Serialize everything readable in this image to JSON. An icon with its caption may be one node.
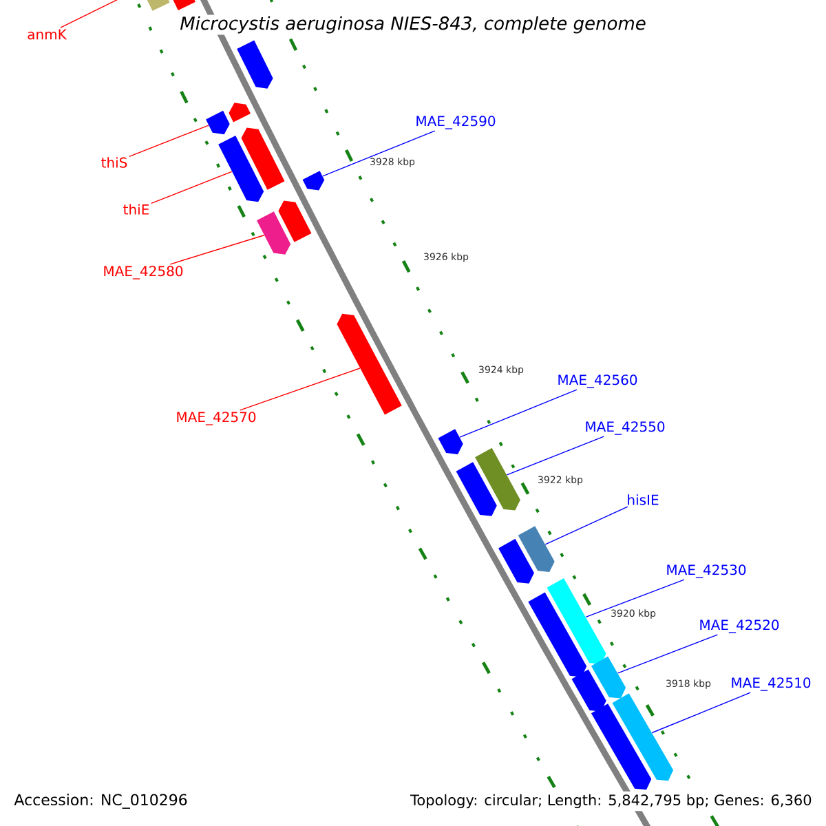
{
  "diagram": {
    "title": "Microcystis aeruginosa NIES-843, complete genome",
    "nodes": [
      {
        "text": [
          "anmK"
        ]
      },
      {
        "text": [
          "thiS"
        ]
      },
      {
        "text": [
          "thiE"
        ]
      },
      {
        "text": [
          "MAE_42580"
        ]
      },
      {
        "text": [
          "MAE_42570"
        ]
      },
      {
        "text": [
          "MAE_42590"
        ]
      },
      {
        "text": [
          "MAE_42560"
        ]
      },
      {
        "text": [
          "MAE_42550"
        ]
      },
      {
        "text": [
          "hisIE"
        ]
      },
      {
        "text": [
          "MAE_42530"
        ]
      },
      {
        "text": [
          "MAE_42520"
        ]
      },
      {
        "text": [
          "MAE_42510"
        ]
      },
      {
        "text": [],
        "shape": "arrow"
      },
      {
        "text": [],
        "shape": "arrow"
      },
      {
        "text": [],
        "shape": "arrow"
      },
      {
        "text": [],
        "shape": "arrow"
      },
      {
        "text": [],
        "shape": "arrow"
      },
      {
        "text": [],
        "shape": "arrow"
      },
      {
        "text": [],
        "shape": "arrow"
      },
      {
        "text": [],
        "shape": "arrow"
      },
      {
        "text": [],
        "shape": "arrow"
      },
      {
        "text": [],
        "shape": "arrow"
      },
      {
        "text": [],
        "shape": "arrow"
      },
      {
        "text": [],
        "shape": "arrow"
      },
      {
        "text": [],
        "shape": "arrow"
      },
      {
        "text": [],
        "shape": "arrow"
      },
      {
        "text": [],
        "shape": "arrow"
      },
      {
        "text": [],
        "shape": "arrow"
      },
      {
        "text": [],
        "shape": "arrow"
      },
      {
        "text": [],
        "shape": "arrow"
      },
      {
        "text": [],
        "shape": "arrow"
      },
      {
        "text": [],
        "shape": "arrow"
      },
      {
        "text": [],
        "shape": "arrow"
      },
      {
        "text": [],
        "shape": "arrow"
      }
    ],
    "edges": [
      {
        "from": 0,
        "to": 12,
        "arrow": "none",
        "color": "#ff0000"
      },
      {
        "from": 1,
        "to": 15,
        "arrow": "none",
        "color": "#ff0000"
      },
      {
        "from": 2,
        "to": 17,
        "arrow": "none",
        "color": "#ff0000"
      },
      {
        "from": 3,
        "to": 20,
        "arrow": "none",
        "color": "#ff0000"
      },
      {
        "from": 4,
        "to": 22,
        "arrow": "none",
        "color": "#ff0000"
      },
      {
        "from": 5,
        "to": 19,
        "arrow": "none"
      },
      {
        "from": 6,
        "to": 23,
        "arrow": "none"
      },
      {
        "from": 7,
        "to": 24,
        "arrow": "none"
      },
      {
        "from": 8,
        "to": 26,
        "arrow": "none"
      },
      {
        "from": 9,
        "to": 28,
        "arrow": "none"
      },
      {
        "from": 10,
        "to": 30,
        "arrow": "none"
      },
      {
        "from": 11,
        "to": 33,
        "arrow": "none"
      }
    ],
    "labels": [
      "3928 kbp",
      "3926 kbp",
      "3924 kbp",
      "3922 kbp",
      "3920 kbp",
      "3918 kbp",
      "Accession: NC_010296",
      "Topology: circular; Length: 5,842,795 bp; Genes: 6,360"
    ]
  }
}
